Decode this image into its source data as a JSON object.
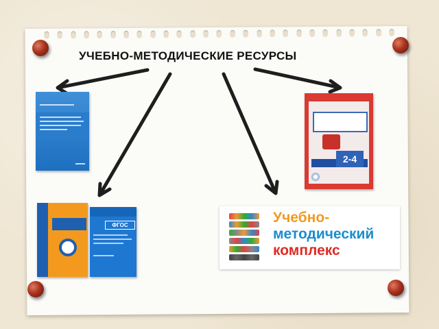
{
  "title": "УЧЕБНО-МЕТОДИЧЕСКИЕ РЕСУРСЫ",
  "books": {
    "fgos_label": "ФГОС",
    "book2_big": "2-4"
  },
  "umk": {
    "line1": "Учебно-",
    "line2": "методический",
    "line3": "комплекс"
  },
  "colors": {
    "pin": "#a8321e",
    "arrow": "#222222",
    "umk_orange": "#f19a25",
    "umk_blue": "#1a8ccd",
    "umk_red": "#dd2b24"
  }
}
